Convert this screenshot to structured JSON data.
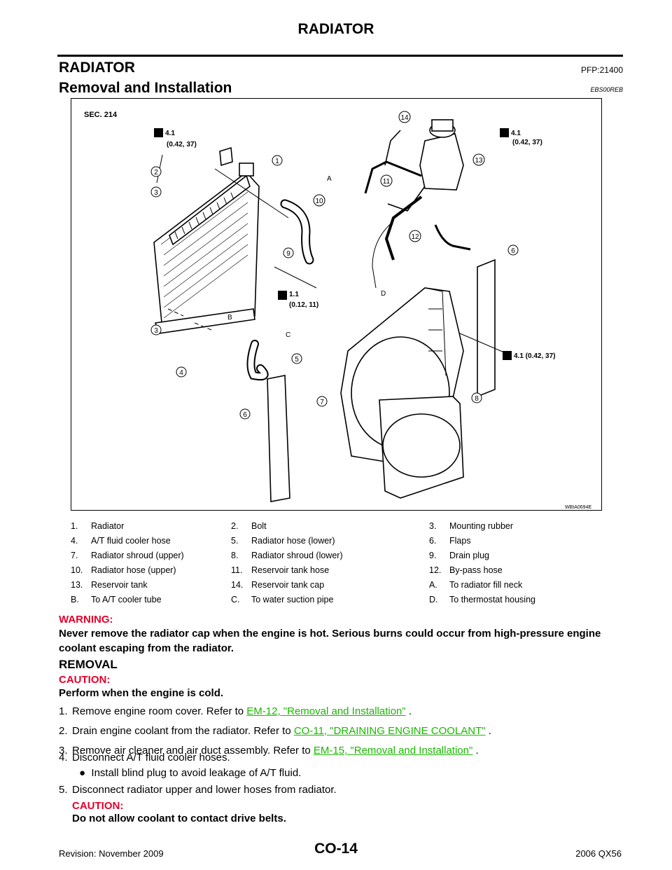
{
  "header": {
    "title": "RADIATOR"
  },
  "section": {
    "title": "RADIATOR",
    "code": "PFP:21400"
  },
  "subsection": {
    "title": "Removal and Installation",
    "code": "EBS00REB"
  },
  "diagram": {
    "sec_label": "SEC. 214",
    "figure_id": "WBIA0694E",
    "torque_top_left": "4.1",
    "torque_top_left_sub": "(0.42, 37)",
    "torque_top_right": "4.1",
    "torque_top_right_sub": "(0.42, 37)",
    "torque_drain": "1.1",
    "torque_drain_sub": "(0.12, 11)",
    "torque_right": "4.1 (0.42, 37)",
    "callouts": [
      "1",
      "2",
      "3",
      "3",
      "4",
      "5",
      "6",
      "6",
      "7",
      "8",
      "9",
      "10",
      "11",
      "12",
      "13",
      "14"
    ],
    "letters": [
      "A",
      "B",
      "C",
      "D"
    ]
  },
  "legend": [
    [
      {
        "num": "1.",
        "text": "Radiator"
      },
      {
        "num": "2.",
        "text": "Bolt"
      },
      {
        "num": "3.",
        "text": "Mounting rubber"
      }
    ],
    [
      {
        "num": "4.",
        "text": "A/T fluid cooler hose"
      },
      {
        "num": "5.",
        "text": "Radiator hose (lower)"
      },
      {
        "num": "6.",
        "text": "Flaps"
      }
    ],
    [
      {
        "num": "7.",
        "text": "Radiator shroud (upper)"
      },
      {
        "num": "8.",
        "text": "Radiator shroud (lower)"
      },
      {
        "num": "9.",
        "text": "Drain plug"
      }
    ],
    [
      {
        "num": "10.",
        "text": "Radiator hose (upper)"
      },
      {
        "num": "11.",
        "text": "Reservoir tank hose"
      },
      {
        "num": "12.",
        "text": "By-pass hose"
      }
    ],
    [
      {
        "num": "13.",
        "text": "Reservoir tank"
      },
      {
        "num": "14.",
        "text": "Reservoir tank cap"
      },
      {
        "num": "A.",
        "text": "To radiator fill neck"
      }
    ],
    [
      {
        "num": "B.",
        "text": "To A/T cooler tube"
      },
      {
        "num": "C.",
        "text": "To water suction pipe"
      },
      {
        "num": "D.",
        "text": "To thermostat housing"
      }
    ]
  ],
  "warning": {
    "label": "WARNING:",
    "text": "Never remove the radiator cap when the engine is hot. Serious burns could occur from high-pressure engine coolant escaping from the radiator."
  },
  "removal": {
    "heading": "REMOVAL",
    "caution_label": "CAUTION:",
    "caution_text": "Perform when the engine is cold.",
    "steps": [
      {
        "num": "1.",
        "pre": "Remove engine room cover. Refer to ",
        "link": "EM-12, \"Removal and Installation\"",
        "post": " ."
      },
      {
        "num": "2.",
        "pre": "Drain engine coolant from the radiator. Refer to ",
        "link": "CO-11, \"DRAINING ENGINE COOLANT\"",
        "post": " ."
      },
      {
        "num": "3.",
        "pre": "Remove air cleaner and air duct assembly. Refer to ",
        "link": "EM-15, \"Removal and Installation\"",
        "post": " ."
      },
      {
        "num": "4.",
        "pre": "Disconnect A/T fluid cooler hoses.",
        "link": "",
        "post": ""
      },
      {
        "num": "5.",
        "pre": "Disconnect radiator upper and lower hoses from radiator.",
        "link": "",
        "post": ""
      }
    ],
    "bullet": "Install blind plug to avoid leakage of A/T fluid.",
    "caution2_label": "CAUTION:",
    "caution2_text": "Do not allow coolant to contact drive belts."
  },
  "footer": {
    "page_code": "CO-14",
    "revision": "Revision: November 2009",
    "model": "2006 QX56"
  }
}
